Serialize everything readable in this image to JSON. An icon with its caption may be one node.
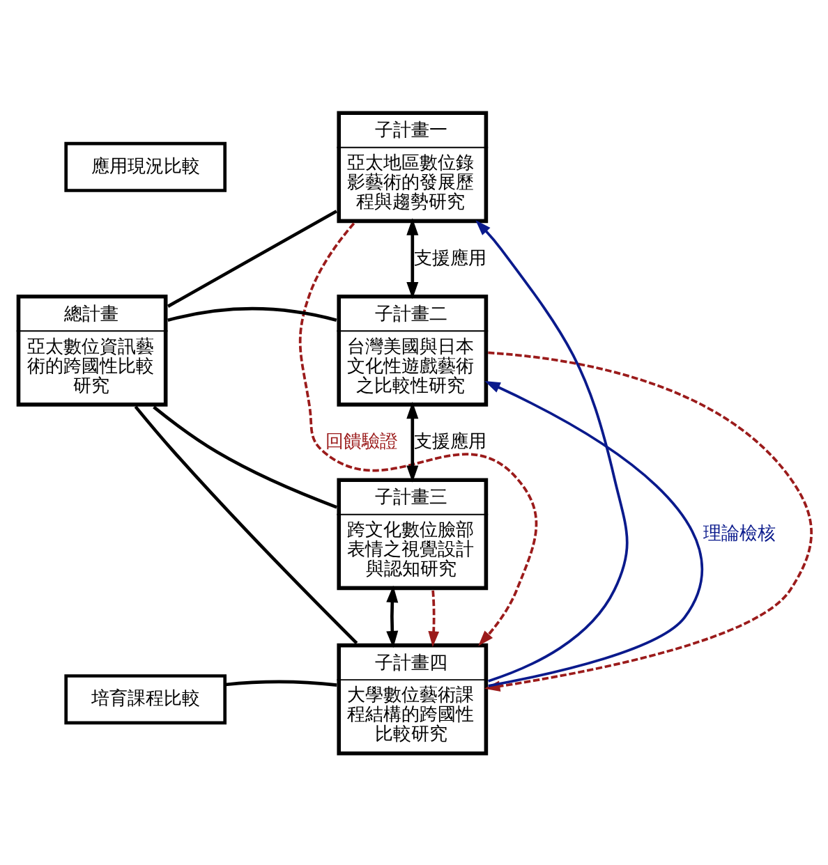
{
  "diagram": {
    "nodes": [
      {
        "text": [
          "應用現況比較"
        ]
      },
      {
        "text": [
          "子計畫一",
          "亞太地區數位錄影藝術的發展歷程與趨勢研究"
        ]
      },
      {
        "text": [
          "總計畫",
          "亞太數位資訊藝術的跨國性比較研究"
        ]
      },
      {
        "text": [
          "子計畫二",
          "台灣美國與日本文化性遊戲藝術之比較性研究"
        ]
      },
      {
        "text": [
          "子計畫三",
          "跨文化數位臉部表情之視覺設計與認知研究"
        ]
      },
      {
        "text": [
          "子計畫四",
          "大學數位藝術課程結構的跨國性比較研究"
        ]
      },
      {
        "text": [
          "培育課程比較"
        ]
      }
    ],
    "edges": [
      {
        "from": 2,
        "to": 1,
        "arrow": "none"
      },
      {
        "from": 2,
        "to": 3,
        "arrow": "none"
      },
      {
        "from": 2,
        "to": 4,
        "arrow": "none"
      },
      {
        "from": 2,
        "to": 5,
        "arrow": "none"
      },
      {
        "from": 6,
        "to": 5,
        "arrow": "none"
      },
      {
        "from": 1,
        "to": 3,
        "arrow": "both",
        "label": "支援應用"
      },
      {
        "from": 3,
        "to": 4,
        "arrow": "both",
        "label": "支援應用"
      },
      {
        "from": 4,
        "to": 5,
        "arrow": "both"
      },
      {
        "from": 5,
        "to": 1,
        "arrow": "to",
        "color": "#0a1a8c"
      },
      {
        "from": 5,
        "to": 3,
        "arrow": "to",
        "color": "#0a1a8c",
        "label": "理論檢核"
      },
      {
        "from": 1,
        "to": 5,
        "arrow": "to",
        "style": "dashed",
        "color": "#9b1b1b",
        "label": "回饋驗證"
      },
      {
        "from": 3,
        "to": 5,
        "arrow": "to",
        "style": "dashed",
        "color": "#9b1b1b"
      },
      {
        "from": 4,
        "to": 5,
        "arrow": "to",
        "style": "dashed",
        "color": "#9b1b1b"
      }
    ]
  }
}
